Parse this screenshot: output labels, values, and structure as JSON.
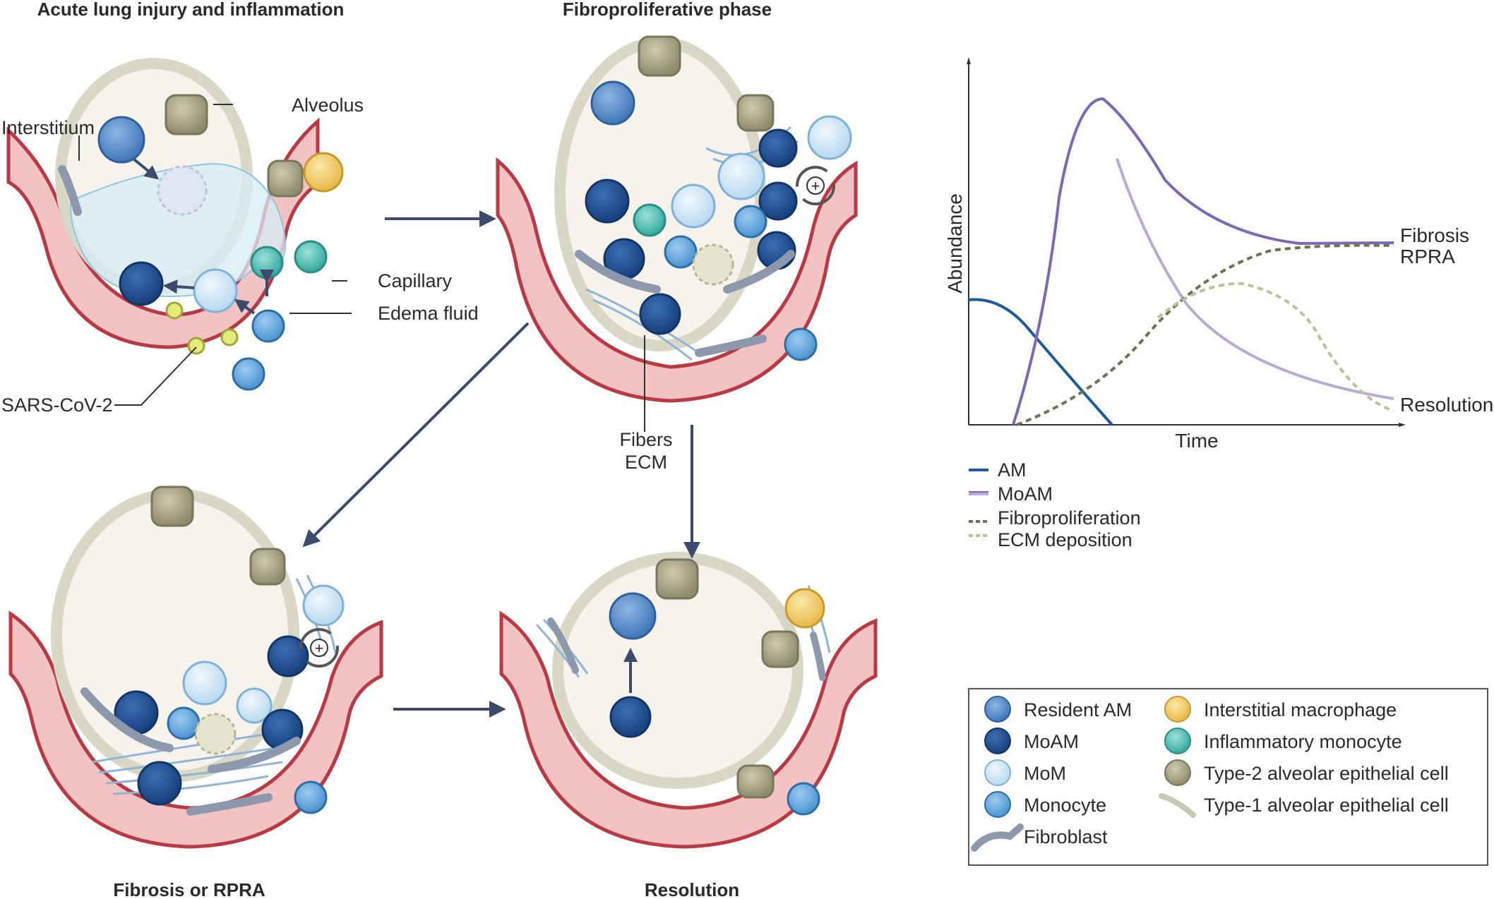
{
  "panels": {
    "acute": {
      "title": "Acute lung injury and inflammation"
    },
    "fibro": {
      "title": "Fibroproliferative phase"
    },
    "fibrosis": {
      "title": "Fibrosis or RPRA"
    },
    "resolution": {
      "title": "Resolution"
    }
  },
  "annotations": {
    "interstitium": "Interstitium",
    "alveolus": "Alveolus",
    "capillary": "Capillary",
    "edema": "Edema fluid",
    "sars": "SARS-CoV-2",
    "fibers": "Fibers",
    "ecm": "ECM",
    "plus": "+"
  },
  "chart_data": {
    "type": "line",
    "xlabel": "Time",
    "ylabel": "Abundance",
    "end_labels": [
      "Fibrosis",
      "RPRA",
      "Resolution"
    ],
    "series": [
      {
        "name": "AM",
        "color": "#1f5b99",
        "style": "solid"
      },
      {
        "name": "MoAM",
        "color": "#7e68b4",
        "style": "solid"
      },
      {
        "name": "Fibroproliferation",
        "color": "#6f7150",
        "style": "dashed"
      },
      {
        "name": "ECM deposition",
        "color": "#bdc29a",
        "style": "dashed"
      }
    ]
  },
  "cell_legend": {
    "items": [
      {
        "label": "Resident AM",
        "icon": "resident-am-icon"
      },
      {
        "label": "MoAM",
        "icon": "moam-icon"
      },
      {
        "label": "MoM",
        "icon": "mom-icon"
      },
      {
        "label": "Monocyte",
        "icon": "monocyte-icon"
      },
      {
        "label": "Fibroblast",
        "icon": "fibroblast-icon"
      },
      {
        "label": "Interstitial macrophage",
        "icon": "interstitial-macrophage-icon"
      },
      {
        "label": "Inflammatory monocyte",
        "icon": "inflammatory-monocyte-icon"
      },
      {
        "label": "Type-2 alveolar epithelial cell",
        "icon": "type2-epithelial-icon"
      },
      {
        "label": "Type-1 alveolar epithelial cell",
        "icon": "type1-epithelial-icon"
      }
    ]
  },
  "colors": {
    "capillary": "#f3c2c2",
    "capillary_edge": "#b93a44",
    "alveolus_fill": "#f5f3ec",
    "alveolus_wall": "#d9d8c6",
    "resident_am": "#4a82c4",
    "moam": "#1f5398",
    "mom": "#cfe6f7",
    "monocyte": "#5ea3dc",
    "fibroblast": "#8e98ad",
    "interstitial_macrophage": "#f2cf6b",
    "inflammatory_monocyte": "#4fbfb5",
    "type2": "#aba789",
    "edema": "#d7ecf6",
    "arrow": "#3c4a6b"
  }
}
